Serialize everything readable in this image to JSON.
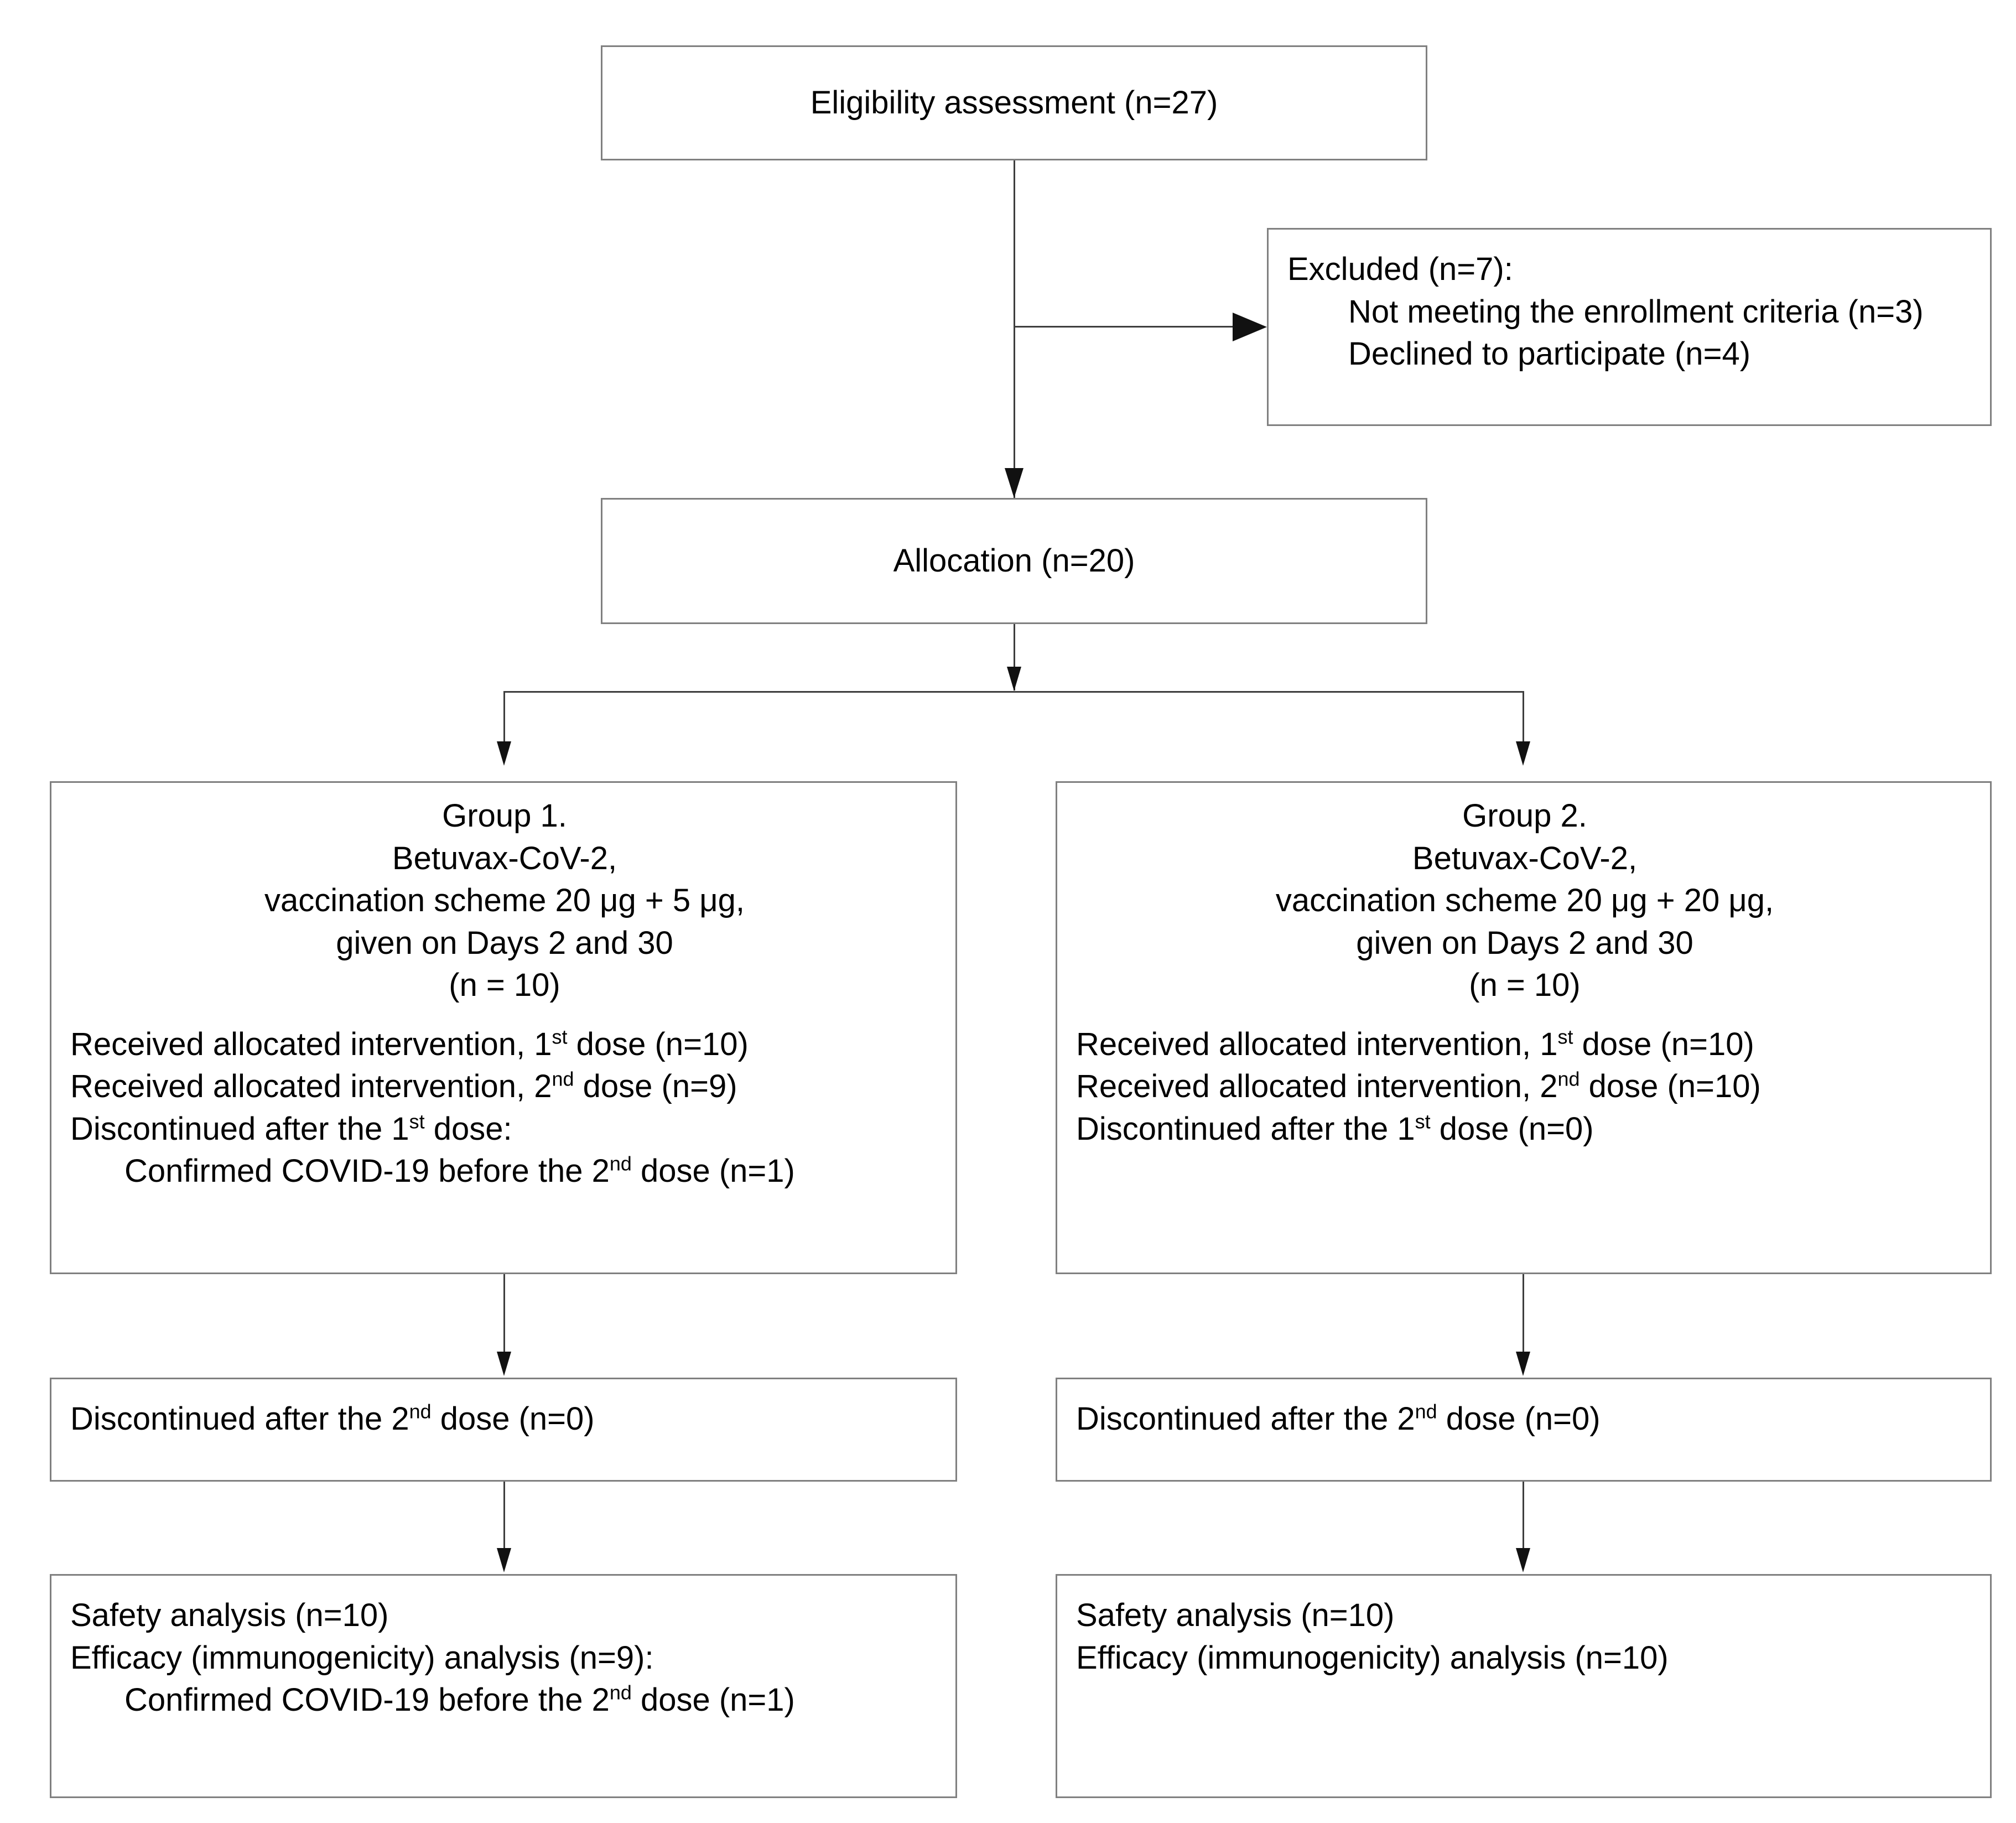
{
  "diagram": {
    "type": "CONSORT participant flow diagram",
    "nodes": {
      "eligibility": {
        "text": "Eligibility assessment (n=27)"
      },
      "excluded": {
        "title": "Excluded (n=7):",
        "reasons": [
          "Not meeting the enrollment criteria (n=3)",
          "Declined to participate (n=4)"
        ]
      },
      "allocation": {
        "text": "Allocation (n=20)"
      },
      "group1": {
        "header": [
          "Group 1.",
          "Betuvax-CoV-2,",
          "vaccination scheme 20 μg + 5 μg,",
          "given on Days 2 and 30",
          "(n = 10)"
        ],
        "details": [
          {
            "pre": "Received allocated intervention, 1",
            "sup": "st",
            "post": " dose (n=10)",
            "indent": false
          },
          {
            "pre": "Received allocated intervention, 2",
            "sup": "nd",
            "post": " dose (n=9)",
            "indent": false
          },
          {
            "pre": "Discontinued after the 1",
            "sup": "st",
            "post": " dose:",
            "indent": false
          },
          {
            "pre": "Confirmed COVID-19 before the 2",
            "sup": "nd",
            "post": " dose (n=1)",
            "indent": true
          }
        ]
      },
      "group2": {
        "header": [
          "Group 2.",
          "Betuvax-CoV-2,",
          "vaccination scheme 20 μg + 20 μg,",
          "given on Days 2 and 30",
          "(n = 10)"
        ],
        "details": [
          {
            "pre": "Received allocated intervention, 1",
            "sup": "st",
            "post": " dose (n=10)",
            "indent": false
          },
          {
            "pre": "Received allocated intervention, 2",
            "sup": "nd",
            "post": " dose (n=10)",
            "indent": false
          },
          {
            "pre": "Discontinued after the 1",
            "sup": "st",
            "post": " dose (n=0)",
            "indent": false
          }
        ]
      },
      "discontinued1": {
        "lines": [
          {
            "pre": "Discontinued after the 2",
            "sup": "nd",
            "post": " dose (n=0)",
            "indent": false
          }
        ]
      },
      "discontinued2": {
        "lines": [
          {
            "pre": "Discontinued after the 2",
            "sup": "nd",
            "post": " dose (n=0)",
            "indent": false
          }
        ]
      },
      "analysis1": {
        "lines": [
          {
            "pre": "Safety analysis (n=10)",
            "sup": "",
            "post": "",
            "indent": false
          },
          {
            "pre": "Efficacy (immunogenicity) analysis (n=9):",
            "sup": "",
            "post": "",
            "indent": false
          },
          {
            "pre": "Confirmed COVID-19 before the 2",
            "sup": "nd",
            "post": " dose (n=1)",
            "indent": true
          }
        ]
      },
      "analysis2": {
        "lines": [
          {
            "pre": "Safety analysis (n=10)",
            "sup": "",
            "post": "",
            "indent": false
          },
          {
            "pre": "Efficacy (immunogenicity) analysis (n=10)",
            "sup": "",
            "post": "",
            "indent": false
          }
        ]
      }
    },
    "colors": {
      "box_border": "#808080",
      "connector": "#3d3d3d",
      "arrow_fill": "#111111",
      "text": "#000000",
      "background": "#ffffff"
    }
  }
}
